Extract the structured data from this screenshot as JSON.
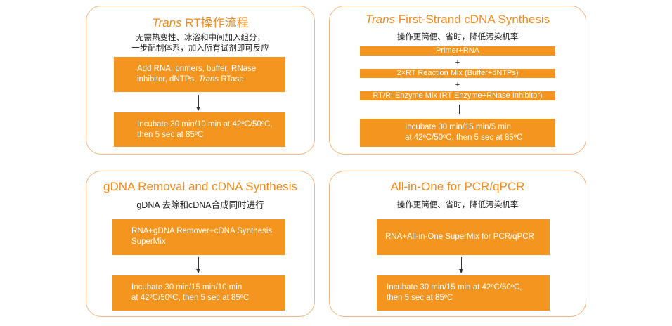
{
  "panels": {
    "rt": {
      "title_italic": "Trans",
      "title_rest": " RT操作流程",
      "subtitle_line1": "无需热变性、冰浴和中间加入组分，",
      "subtitle_line2": "一步配制体系，加入所有试剂即可反应",
      "step1_line1": "Add RNA, primers, buffer, RNase",
      "step1_line2_pre": "inhibitor, dNTPs, ",
      "step1_line2_italic": "Trans",
      "step1_line2_post": " RTase",
      "step2_line1": "Incubate 30 min/10 min at 42ºC/50ºC,",
      "step2_line2": "then 5 sec at 85ºC"
    },
    "first_strand": {
      "title_italic": "Trans",
      "title_rest": " First-Strand cDNA Synthesis",
      "subtitle": "操作更简便、省时，降低污染机率",
      "bar1": "Primer+RNA",
      "plus1": "+",
      "bar2": "2×RT Reaction Mix (Buffer+dNTPs)",
      "plus2": "+",
      "bar3": "RT/RI Enzyme Mix (RT Enzyme+RNase Inhibitor)",
      "step_line1": "Incubate 30 min/15 min/5 min",
      "step_line2": "at 42ºC/50ºC, then 5 sec at 85ºC"
    },
    "gdna": {
      "title": "gDNA Removal and cDNA Synthesis",
      "subtitle": "gDNA 去除和cDNA合成同时进行",
      "step1_line1": "RNA+gDNA Remover+cDNA Synthesis",
      "step1_line2": "SuperMix",
      "step2_line1": "Incubate 30 min/15 min/10 min",
      "step2_line2": "at 42ºC/50ºC, then 5 sec at 85ºC"
    },
    "all_in_one": {
      "title": "All-in-One for PCR/qPCR",
      "subtitle": "操作更简便、省时，降低污染机率",
      "step1": "RNA+All-in-One SuperMix for PCR/qPCR",
      "step2_line1": "Incubate 30 min/15 min at 42ºC/50ºC,",
      "step2_line2": "then 5 sec at 85ºC"
    }
  },
  "colors": {
    "accent": "#f3951e",
    "title": "#f28a1e",
    "panel_border": "#f4b67a"
  }
}
